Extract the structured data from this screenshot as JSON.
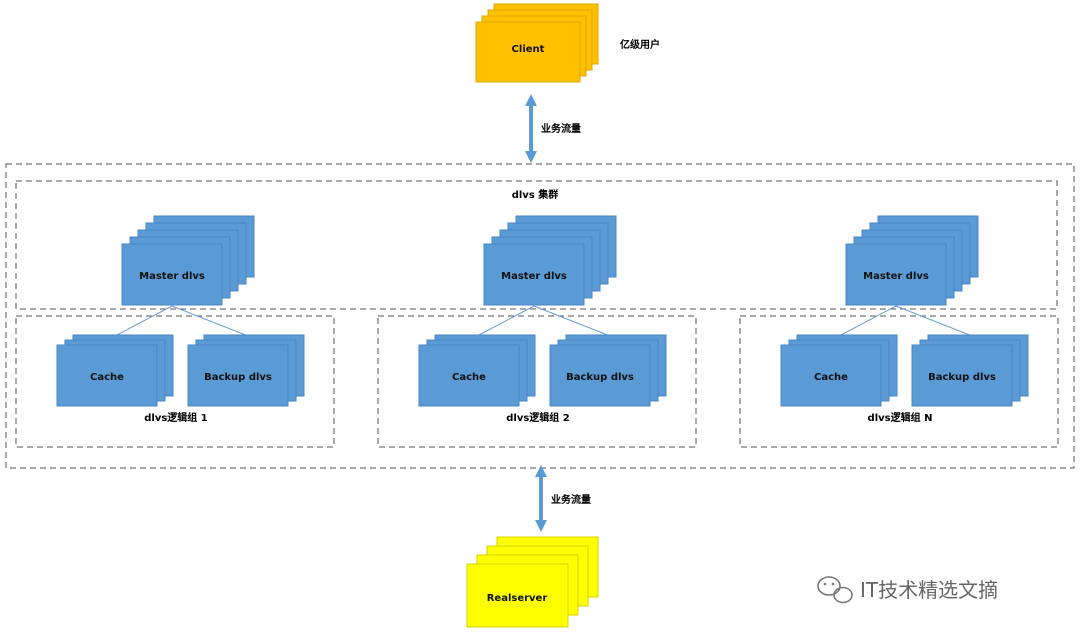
{
  "client": {
    "label": "Client",
    "side_label": "亿级用户",
    "fill": "#FFC000",
    "stroke": "#E0A800"
  },
  "flow_top": {
    "label": "业务流量"
  },
  "flow_bottom": {
    "label": "业务流量"
  },
  "cluster": {
    "title": "dlvs 集群"
  },
  "groups": [
    {
      "master": "Master dlvs",
      "cache": "Cache",
      "backup": "Backup dlvs",
      "label": "dlvs逻辑组 1"
    },
    {
      "master": "Master dlvs",
      "cache": "Cache",
      "backup": "Backup dlvs",
      "label": "dlvs逻辑组 2"
    },
    {
      "master": "Master dlvs",
      "cache": "Cache",
      "backup": "Backup dlvs",
      "label": "dlvs逻辑组 N"
    }
  ],
  "realserver": {
    "label": "Realserver",
    "fill": "#FFFF00",
    "stroke": "#D4D400"
  },
  "node_fill": "#5B9BD5",
  "node_stroke": "#4A86C5",
  "arrow_color": "#5B9BD5",
  "watermark": {
    "text": "IT技术精选文摘"
  }
}
